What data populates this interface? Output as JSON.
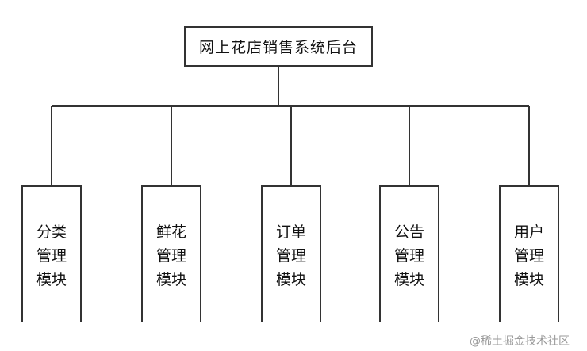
{
  "root": {
    "title": "网上花店销售系统后台"
  },
  "modules": [
    {
      "line1": "分类",
      "line2": "管理",
      "line3": "模块"
    },
    {
      "line1": "鲜花",
      "line2": "管理",
      "line3": "模块"
    },
    {
      "line1": "订单",
      "line2": "管理",
      "line3": "模块"
    },
    {
      "line1": "公告",
      "line2": "管理",
      "line3": "模块"
    },
    {
      "line1": "用户",
      "line2": "管理",
      "line3": "模块"
    }
  ],
  "watermark": {
    "text": "@稀土掘金技术社区"
  },
  "colors": {
    "line": "#333333",
    "text": "#111111",
    "watermark": "#9a9a9a"
  }
}
